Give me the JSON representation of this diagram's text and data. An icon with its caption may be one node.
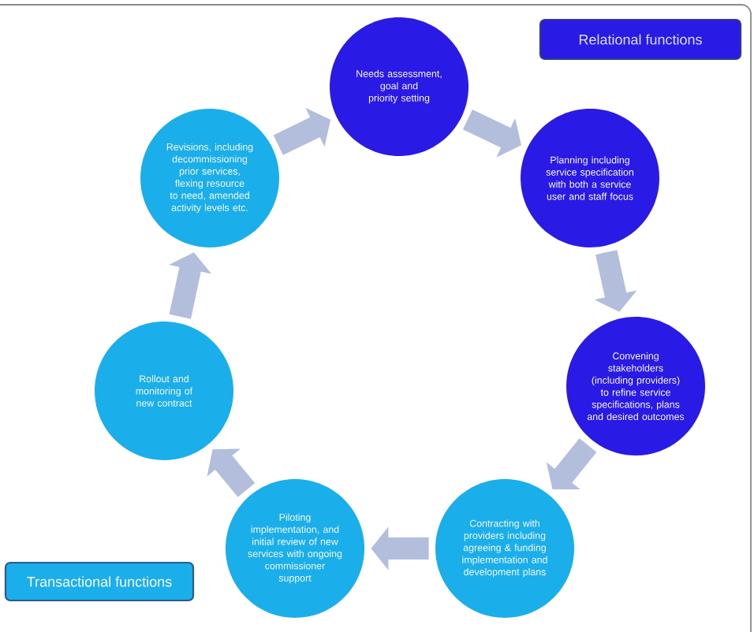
{
  "diagram": {
    "nodes": [
      {
        "text": [
          "Needs assessment, goal and priority setting"
        ]
      },
      {
        "text": [
          "Planning including service specification with both a service user and staff focus"
        ]
      },
      {
        "text": [
          "Convening stakeholders (including providers) to refine service specifications, plans and desired outcomes"
        ]
      },
      {
        "text": [
          "Contracting with providers including agreeing & funding implementation and development plans"
        ]
      },
      {
        "text": [
          "Piloting implementation, and initial review of new services with ongoing commissioner support"
        ]
      },
      {
        "text": [
          "Rollout and monitoring of new contract"
        ]
      },
      {
        "text": [
          "Revisions, including decommissioning prior services, flexing resource to need, amended activity levels etc."
        ]
      },
      {
        "text": [
          "Relational functions"
        ]
      },
      {
        "text": [
          "Transactional functions"
        ]
      }
    ],
    "edges": [
      {
        "from": 0,
        "to": 1,
        "arrow": "to"
      },
      {
        "from": 1,
        "to": 2,
        "arrow": "to"
      },
      {
        "from": 2,
        "to": 3,
        "arrow": "to"
      },
      {
        "from": 3,
        "to": 4,
        "arrow": "to"
      },
      {
        "from": 4,
        "to": 5,
        "arrow": "to"
      },
      {
        "from": 5,
        "to": 6,
        "arrow": "to"
      },
      {
        "from": 6,
        "to": 0,
        "arrow": "to"
      }
    ]
  }
}
